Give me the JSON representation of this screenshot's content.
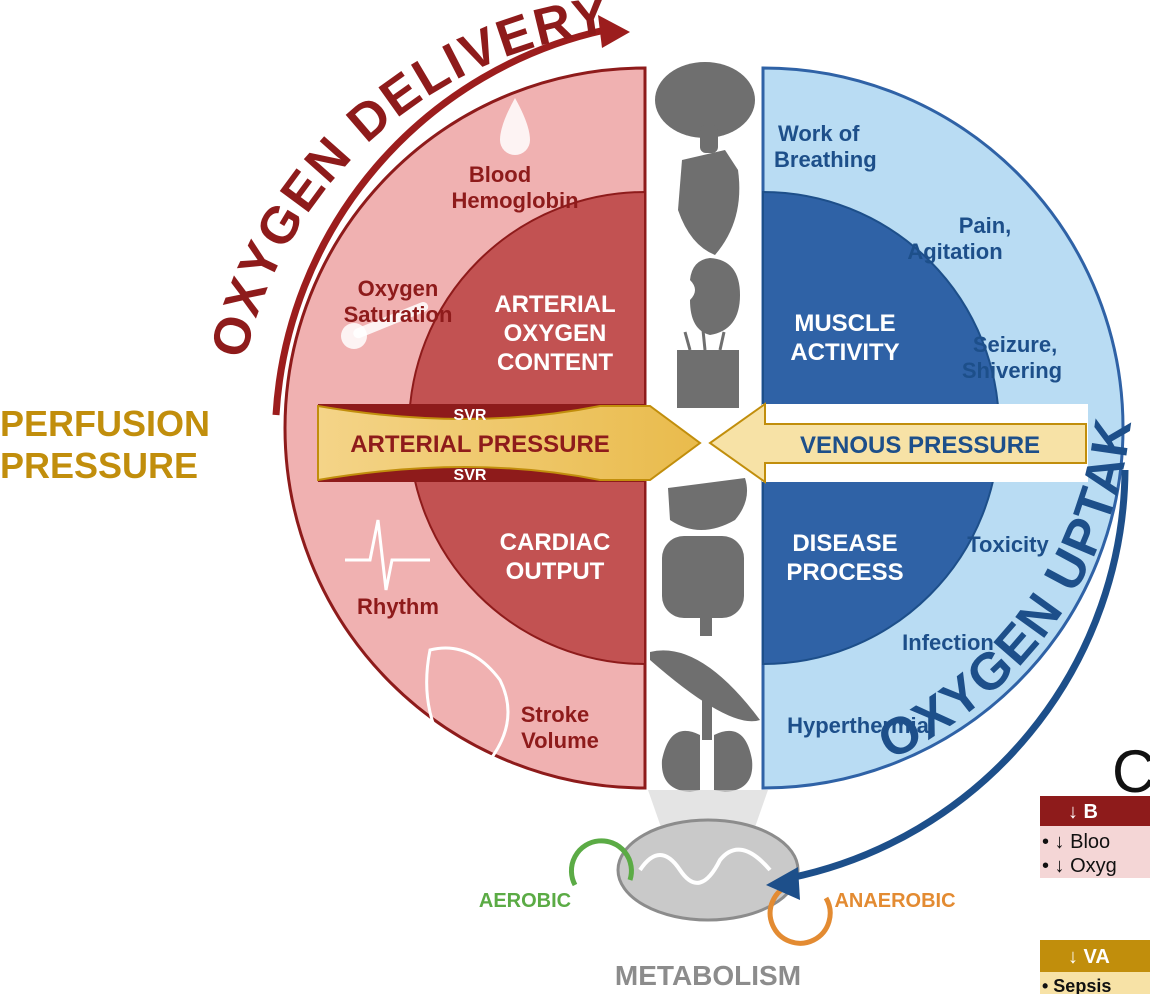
{
  "arcs": {
    "oxygen_delivery": "OXYGEN DELIVERY",
    "oxygen_uptake": "OXYGEN UPTAKE"
  },
  "perfusion": {
    "line1": "PERFUSION",
    "line2": "PRESSURE"
  },
  "left": {
    "outer_labels": {
      "blood": "Blood",
      "hemoglobin": "Hemoglobin",
      "oxygen": "Oxygen",
      "saturation": "Saturation",
      "rhythm": "Rhythm",
      "stroke": "Stroke",
      "volume": "Volume"
    },
    "inner_top": [
      "ARTERIAL",
      "OXYGEN",
      "CONTENT"
    ],
    "inner_bottom": [
      "CARDIAC",
      "OUTPUT"
    ],
    "svr": "SVR",
    "arterial_pressure": "ARTERIAL PRESSURE"
  },
  "right": {
    "outer_labels": {
      "work_of": "Work of",
      "breathing": "Breathing",
      "pain": "Pain,",
      "agitation": "Agitation",
      "seizure": "Seizure,",
      "shivering": "Shivering",
      "toxicity": "Toxicity",
      "infection": "Infection",
      "hyperthermia": "Hyperthermia"
    },
    "inner_top": [
      "MUSCLE",
      "ACTIVITY"
    ],
    "inner_bottom": [
      "DISEASE",
      "PROCESS"
    ],
    "venous_pressure": "VENOUS PRESSURE"
  },
  "metabolism": {
    "aerobic": "AEROBIC",
    "anaerobic": "ANAEROBIC",
    "label": "METABOLISM"
  },
  "legend": {
    "big_letter": "C",
    "header1": "↓ B",
    "row1": "• ↓ Bloo",
    "row2": "• ↓ Oxyg",
    "header2": "↓ VA",
    "row3": "• Sepsis"
  },
  "colors": {
    "delivery_red": "#8e1b1b",
    "left_outer": "#f0b1b1",
    "left_inner": "#c25252",
    "right_outer": "#b9dcf3",
    "right_inner": "#2f62a6",
    "pressure_gold": "#c18e0c",
    "pressure_fill": "#f2cf7c",
    "aerobic_green": "#5bab45",
    "anaerobic_orange": "#e38b32"
  },
  "icons": [
    "brain-icon",
    "heart-icon",
    "kidney-icon",
    "skin-icon",
    "liver-icon",
    "intestine-icon",
    "muscle-icon",
    "lungs-icon",
    "mitochondria-icon",
    "blood-drop-icon",
    "ecg-rhythm-icon"
  ]
}
